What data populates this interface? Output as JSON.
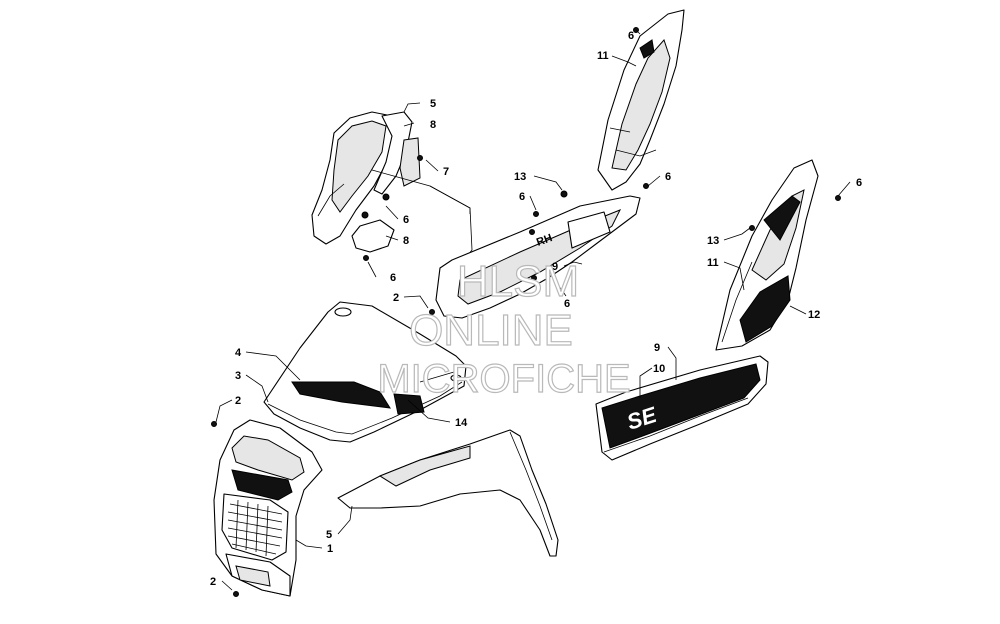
{
  "watermark": {
    "line1": "HLSM",
    "line2": "ONLINE",
    "line3": "MICROFICHE"
  },
  "callouts": {
    "c_6_top": "6",
    "c_11_top": "11",
    "c_5_top": "5",
    "c_8_top": "8",
    "c_7": "7",
    "c_6_mid_left": "6",
    "c_8_mid": "8",
    "c_6_lower_left": "6",
    "c_13_mid": "13",
    "c_6_right_rail": "6",
    "c_6_rail_inner": "6",
    "c_9_mid": "9",
    "c_6_center": "6",
    "c_2_upper": "2",
    "c_6_far_right": "6",
    "c_13_right": "13",
    "c_11_right": "11",
    "c_12": "12",
    "c_9_right": "9",
    "c_10": "10",
    "c_4": "4",
    "c_3": "3",
    "c_2_left": "2",
    "c_14": "14",
    "c_5_bottom": "5",
    "c_1": "1",
    "c_2_bottom": "2"
  }
}
